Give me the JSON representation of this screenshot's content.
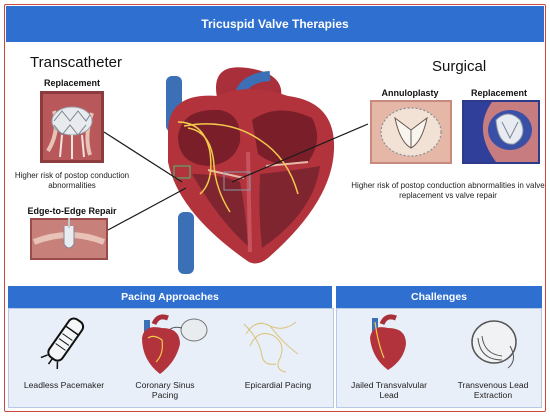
{
  "header": {
    "title": "Tricuspid Valve Therapies"
  },
  "transcatheter": {
    "heading": "Transcatheter",
    "replacement": {
      "label": "Replacement",
      "note": "Higher risk of postop conduction abnormalities"
    },
    "edge_to_edge": {
      "label": "Edge-to-Edge Repair"
    }
  },
  "surgical": {
    "heading": "Surgical",
    "annuloplasty": {
      "label": "Annuloplasty"
    },
    "replacement": {
      "label": "Replacement"
    },
    "note": "Higher risk of postop conduction abnormalities in valve replacement vs valve repair"
  },
  "pacing": {
    "title": "Pacing Approaches",
    "items": [
      {
        "label": "Leadless Pacemaker",
        "icon": "leadless-pacemaker-icon"
      },
      {
        "label": "Coronary Sinus Pacing",
        "icon": "coronary-sinus-heart-icon"
      },
      {
        "label": "Epicardial Pacing",
        "icon": "epicardial-leads-icon"
      }
    ]
  },
  "challenges": {
    "title": "Challenges",
    "items": [
      {
        "label": "Jailed Transvalvular Lead",
        "icon": "jailed-lead-heart-icon"
      },
      {
        "label": "Transvenous Lead Extraction",
        "icon": "transvenous-lead-icon"
      }
    ]
  },
  "colors": {
    "accent_blue": "#2f6fd0",
    "frame_red": "#c9473b",
    "heart_red": "#b3333d",
    "vessel_blue": "#3b6fb6"
  }
}
